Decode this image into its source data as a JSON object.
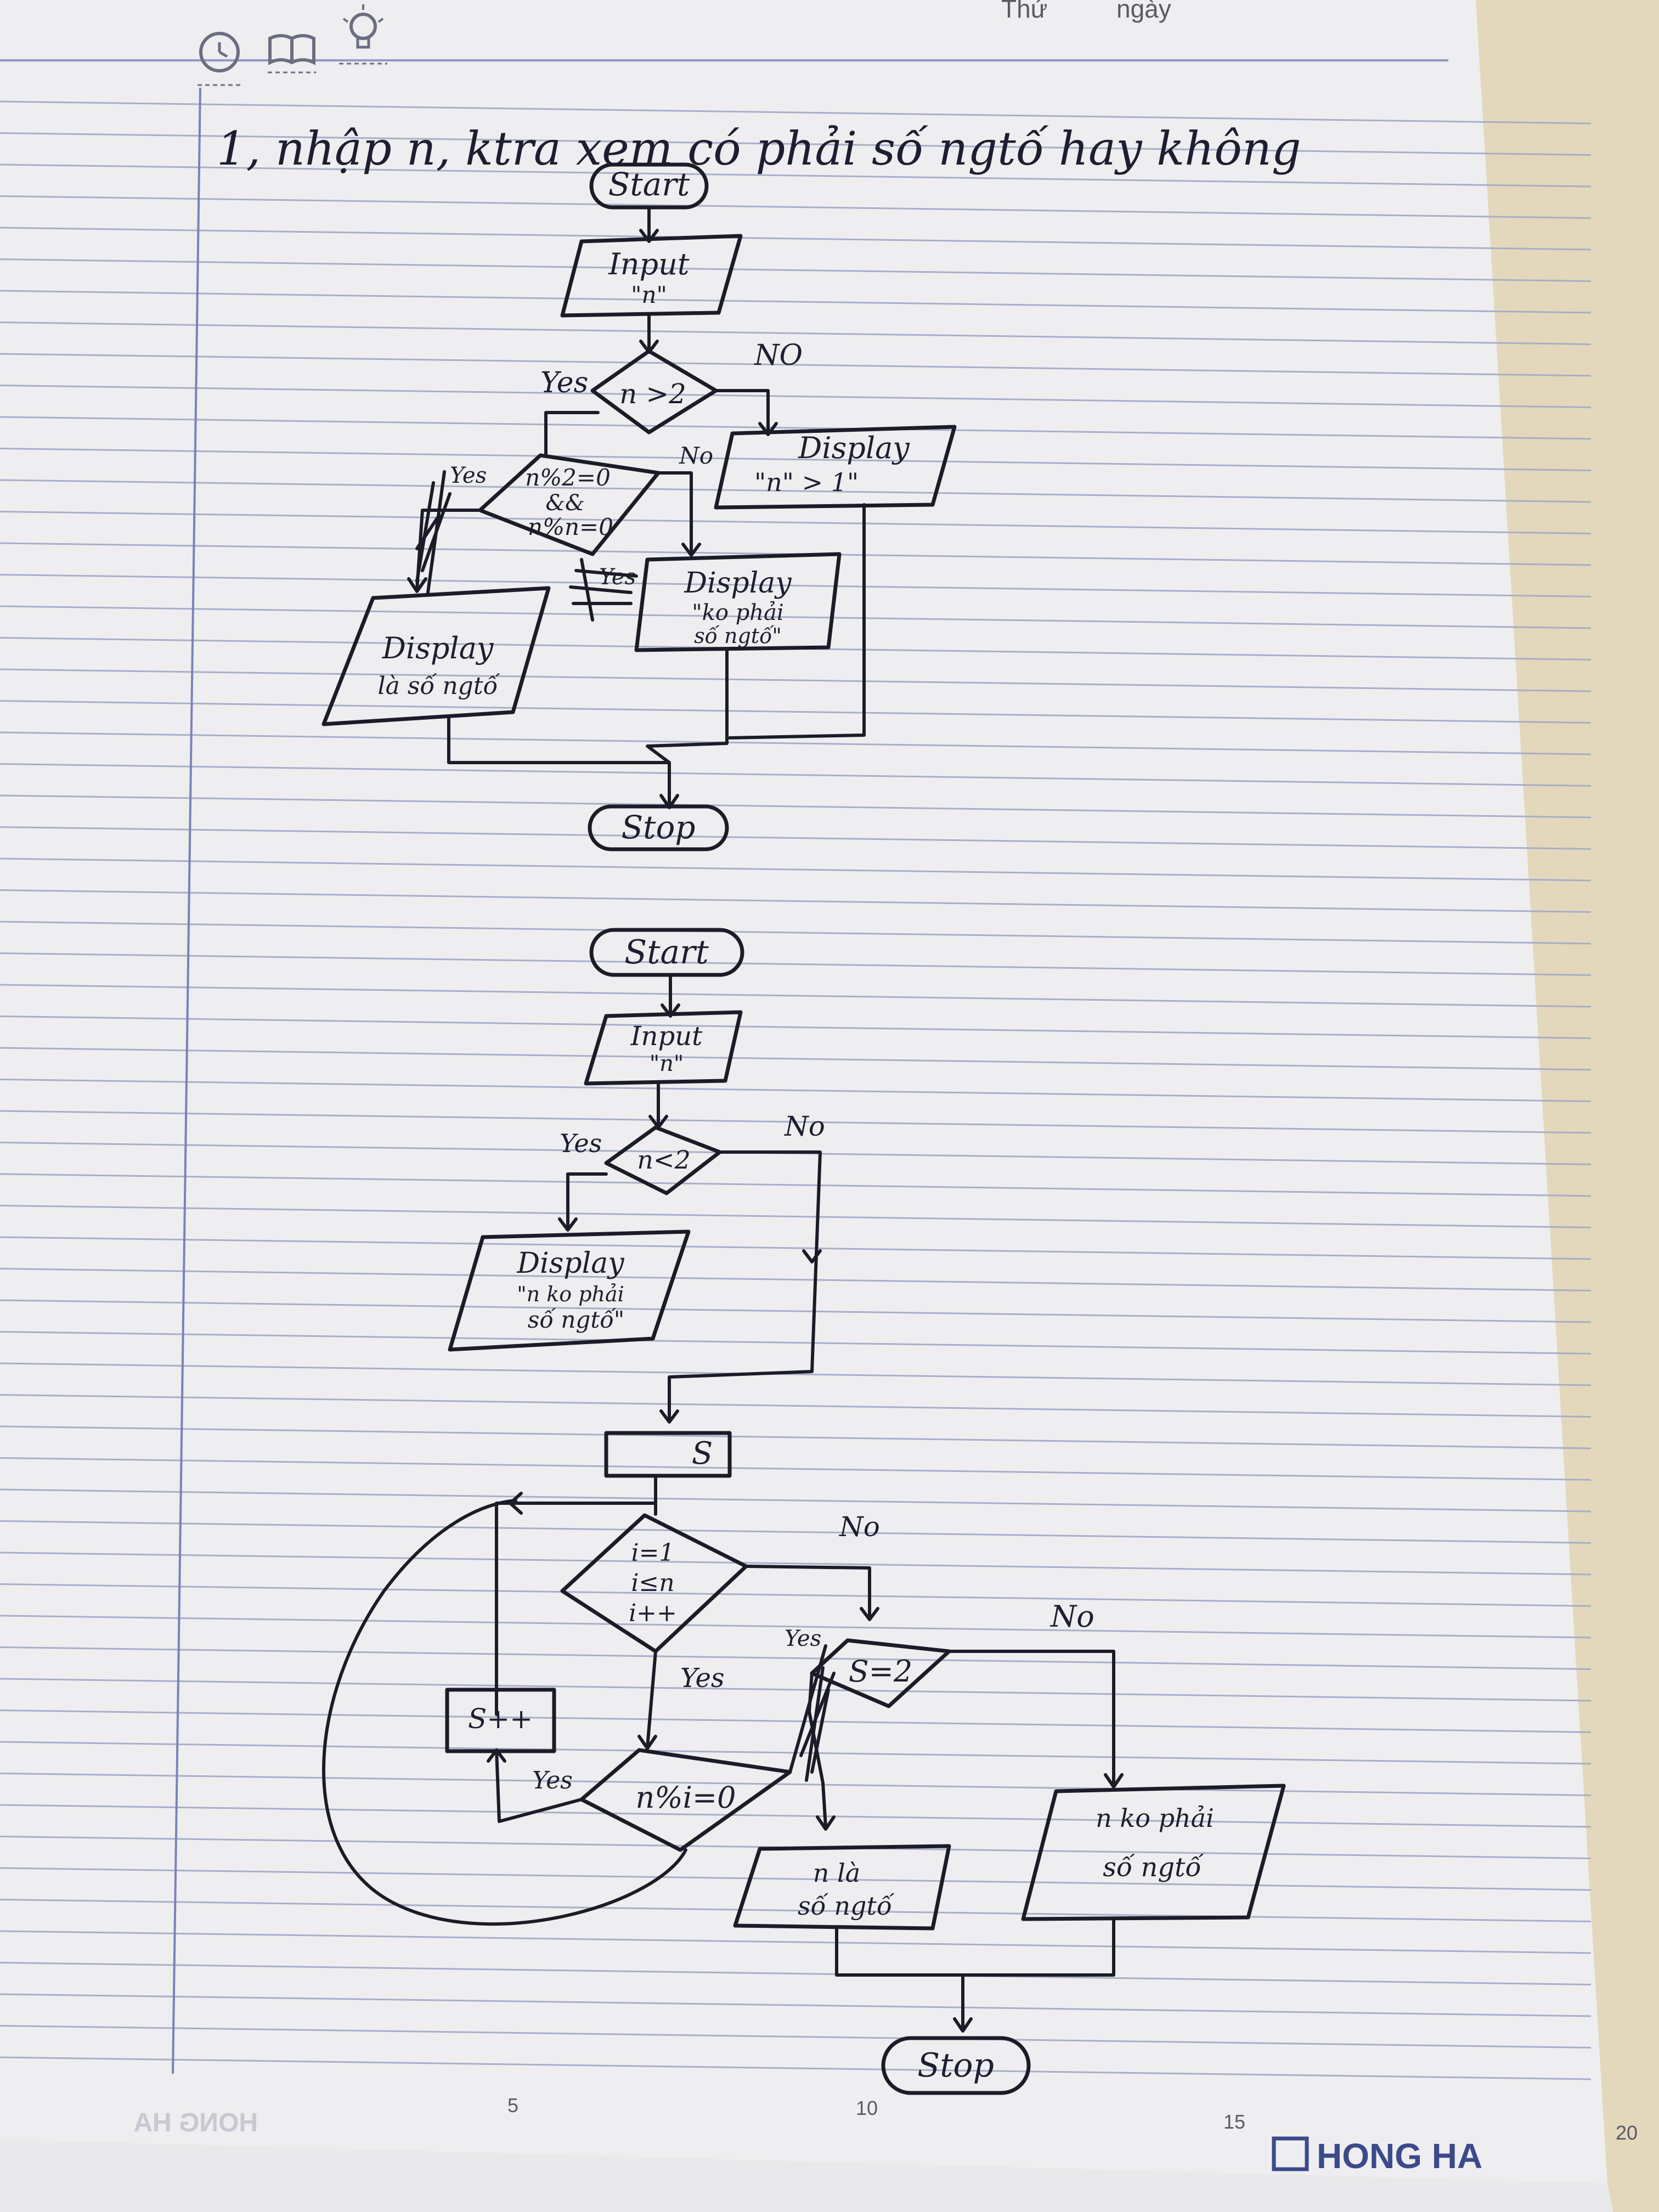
{
  "page_header": {
    "day_label": "Thứ",
    "date_label": "ngày"
  },
  "header_icons": [
    "alarm-clock-icon",
    "open-book-icon",
    "lightbulb-icon"
  ],
  "task_title": "1, nhập n, ktra xem có phải số ngtố hay không",
  "flowchart_1": {
    "start": "Start",
    "input": [
      "Input",
      "\"n\""
    ],
    "decision_main": "n >2",
    "decision_main_yes": "Yes",
    "decision_main_no": "NO",
    "display_no": [
      "Display",
      "\"n\" > 1\""
    ],
    "decision_mod": [
      "n%2=0",
      "&&",
      "n%n=0"
    ],
    "decision_mod_yes": "Yes",
    "decision_mod_no": "No",
    "decision_mod_yes2": "Yes",
    "display_prime": [
      "Display",
      "là số ngtố"
    ],
    "display_not_prime": [
      "Display",
      "\"ko phải",
      "số ngtố\""
    ],
    "stop": "Stop"
  },
  "flowchart_2": {
    "start": "Start",
    "input": [
      "Input",
      "\"n\""
    ],
    "decision_n_lt_2": "n<2",
    "decision_yes": "Yes",
    "decision_no": "No",
    "display_not_prime": [
      "Display",
      "\"n ko phải",
      "số ngtố\""
    ],
    "process_s": "S",
    "loop_decision": [
      "i=1",
      "i≤n",
      "i++"
    ],
    "loop_no": "No",
    "loop_yes": "Yes",
    "mod_decision": "n%i=0",
    "mod_yes": "Yes",
    "increment": "S++",
    "s_decision": "S=2",
    "s_yes": "Yes",
    "s_no": "No",
    "display_prime": [
      "n là",
      "số ngtố"
    ],
    "display_not_prime_2": [
      "n ko phải",
      "số ngtố"
    ],
    "stop": "Stop"
  },
  "ruler": {
    "marks": [
      "5",
      "10",
      "15",
      "20"
    ]
  },
  "brand": {
    "logo_text": "HONG HA",
    "mirrored_text": "HONG HA"
  }
}
